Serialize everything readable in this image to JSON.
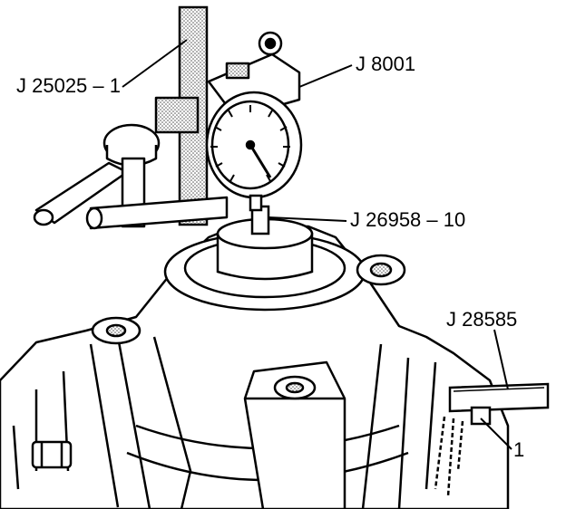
{
  "labels": {
    "j25025": "J 25025 – 1",
    "j8001": "J 8001",
    "j26958": "J 26958 – 10",
    "j28585": "J 28585",
    "one": "1"
  },
  "colors": {
    "ink": "#000000",
    "paper": "#ffffff",
    "shade": "#bdbdbd"
  }
}
